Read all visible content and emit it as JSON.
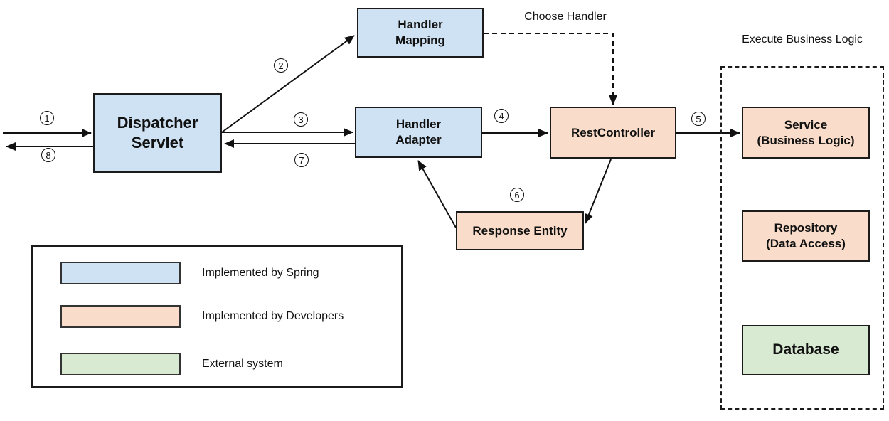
{
  "colors": {
    "spring": "#cfe2f3",
    "developers": "#f9dcc9",
    "external": "#d9ead3"
  },
  "nodes": {
    "dispatcher_servlet": {
      "label": "Dispatcher\nServlet",
      "type": "spring"
    },
    "handler_mapping": {
      "label": "Handler\nMapping",
      "type": "spring"
    },
    "handler_adapter": {
      "label": "Handler\nAdapter",
      "type": "spring"
    },
    "rest_controller": {
      "label": "RestController",
      "type": "developers"
    },
    "response_entity": {
      "label": "Response Entity",
      "type": "developers"
    },
    "service": {
      "label": "Service\n(Business Logic)",
      "type": "developers"
    },
    "repository": {
      "label": "Repository\n(Data Access)",
      "type": "developers"
    },
    "database": {
      "label": "Database",
      "type": "external"
    }
  },
  "flow_labels": {
    "choose_handler": "Choose Handler",
    "execute_business_logic": "Execute Business Logic"
  },
  "steps": {
    "s1": "1",
    "s2": "2",
    "s3": "3",
    "s4": "4",
    "s5": "5",
    "s6": "6",
    "s7": "7",
    "s8": "8"
  },
  "legend": {
    "items": [
      {
        "label": "Implemented by Spring",
        "type": "spring"
      },
      {
        "label": "Implemented by Developers",
        "type": "developers"
      },
      {
        "label": "External system",
        "type": "external"
      }
    ]
  }
}
